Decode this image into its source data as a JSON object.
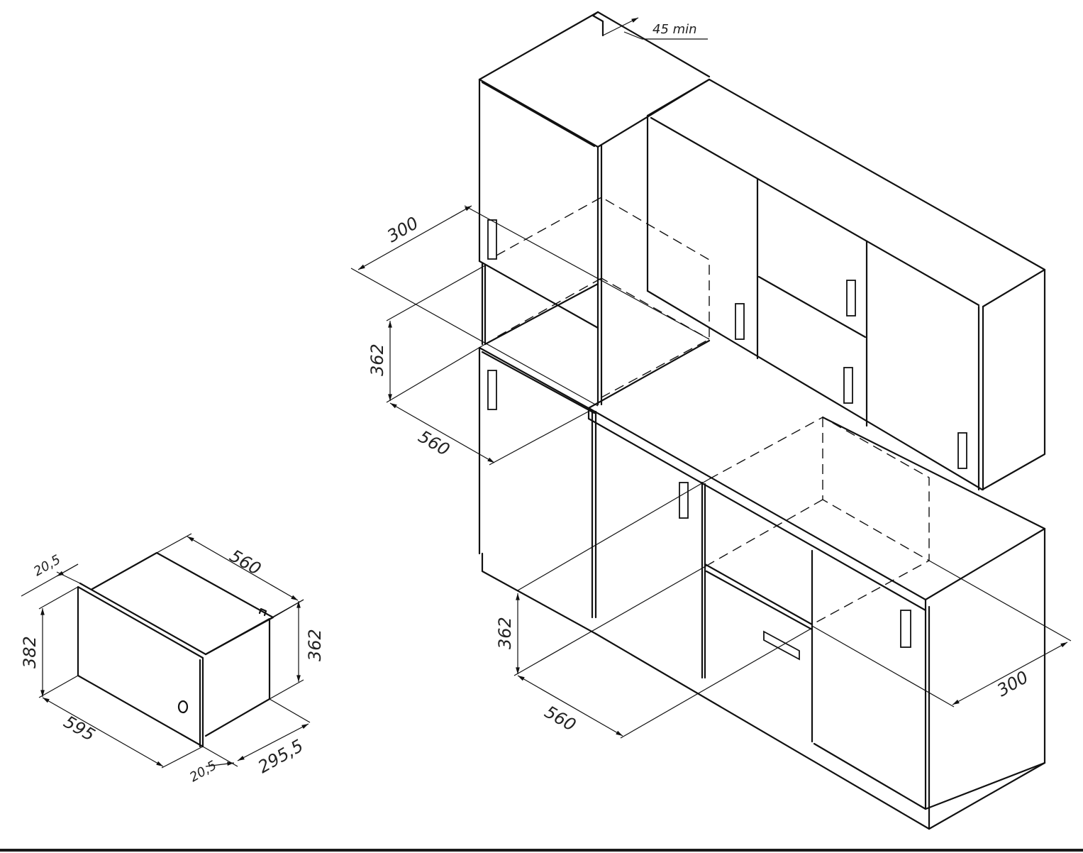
{
  "drawing": {
    "title": "Built-in microwave installation diagram",
    "colors": {
      "line": "#111111",
      "text": "#222222",
      "background": "#ffffff"
    }
  },
  "appliance": {
    "width_label": "595",
    "depth_label": "560",
    "body_height_label": "362",
    "front_height_label": "382",
    "front_overhang_top_label": "20,5",
    "front_overhang_bottom_label": "20,5",
    "side_depth_label": "295,5"
  },
  "wall_cabinet_install": {
    "clearance_label": "45 min",
    "niche_depth_label": "300",
    "niche_height_label": "362",
    "niche_width_label": "560"
  },
  "base_cabinet_install": {
    "niche_height_label": "362",
    "niche_width_label": "560",
    "niche_depth_label": "300"
  }
}
